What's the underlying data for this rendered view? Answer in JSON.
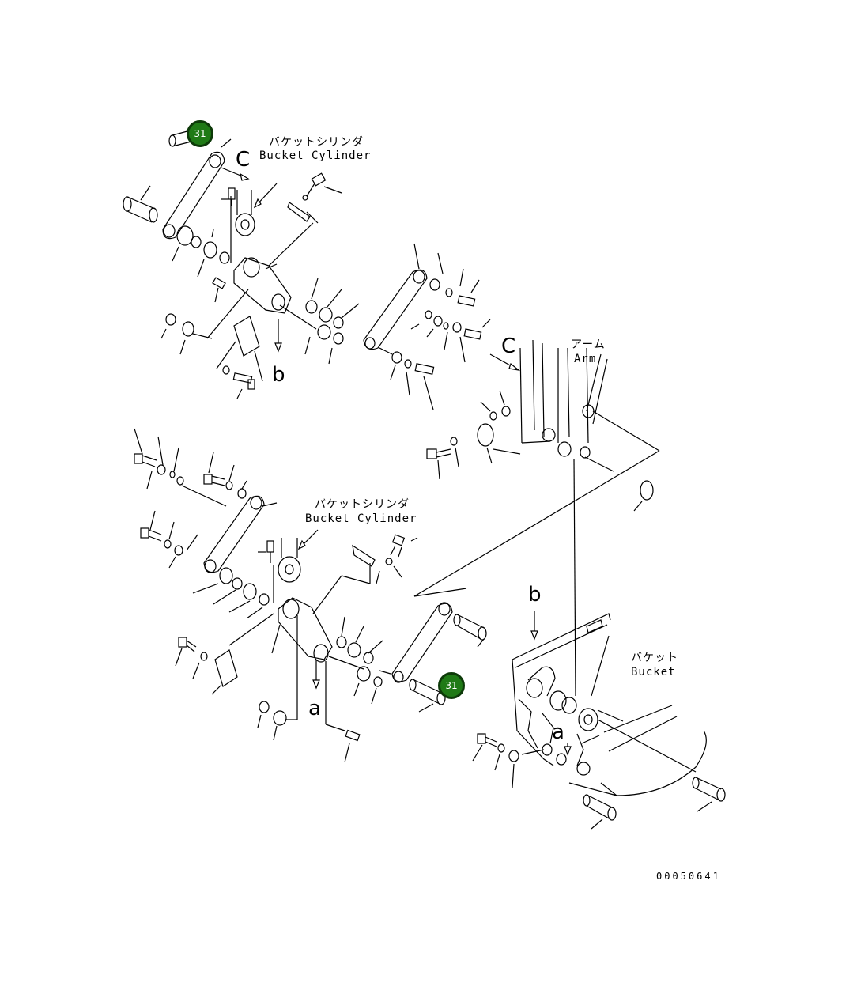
{
  "labels": {
    "bucket_cylinder_top_jp": "バケットシリンダ",
    "bucket_cylinder_top_en": "Bucket Cylinder",
    "bucket_cylinder_bottom_jp": "バケットシリンダ",
    "bucket_cylinder_bottom_en": "Bucket Cylinder",
    "arm_jp": "アーム",
    "arm_en": "Arm",
    "bucket_jp": "バケット",
    "bucket_en": "Bucket",
    "view_c_top": "C",
    "view_c_arm": "C",
    "view_b_top": "b",
    "view_b_bucket": "b",
    "view_a_link": "a",
    "view_a_bucket": "a"
  },
  "callouts": [
    {
      "id": "31",
      "label": "31"
    },
    {
      "id": "31b",
      "label": "31"
    }
  ],
  "document_number": "00050641",
  "colors": {
    "callout_fill": "#1f7a16",
    "line": "#000000",
    "background": "#ffffff"
  }
}
